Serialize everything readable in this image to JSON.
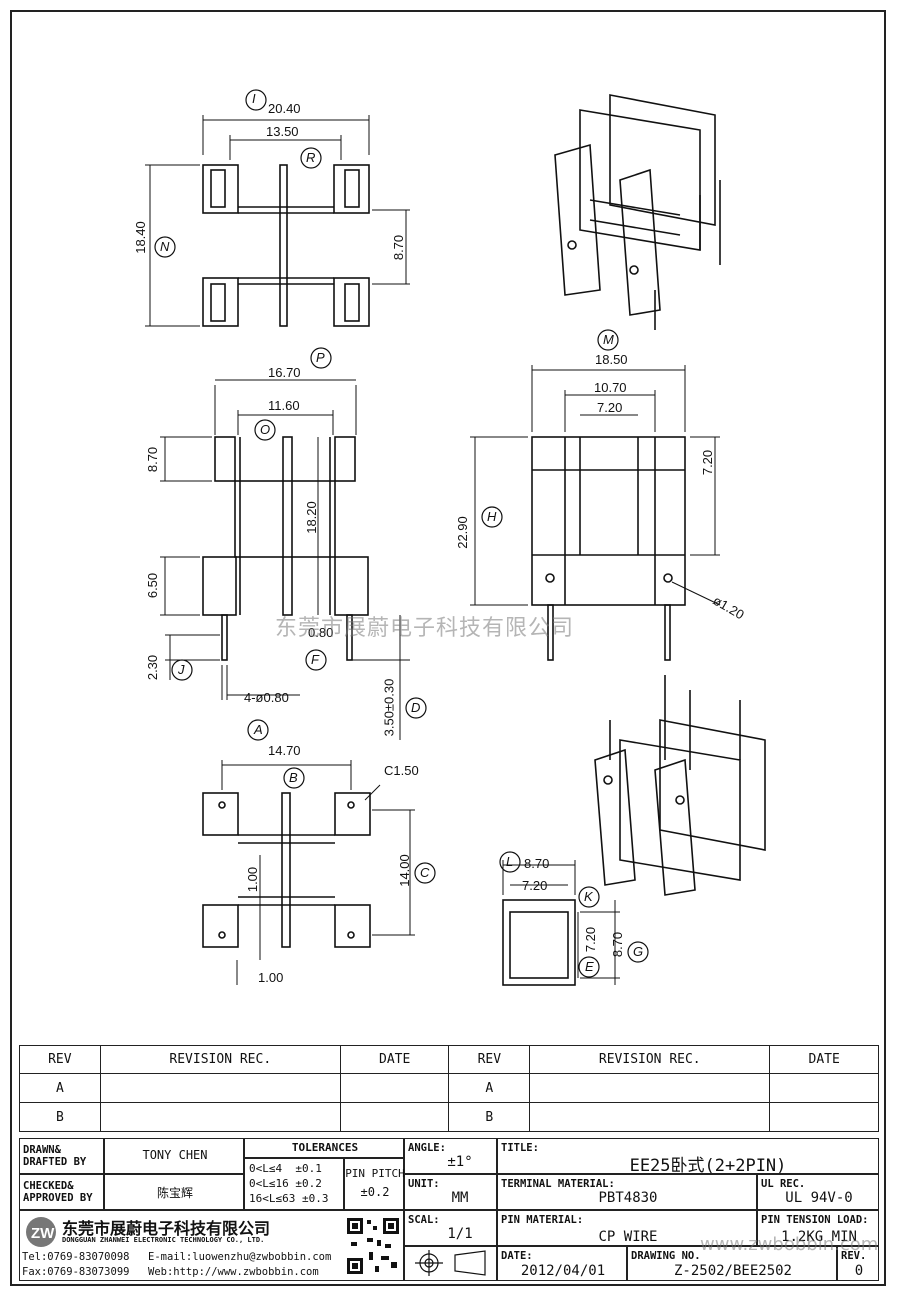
{
  "watermark": "东莞市展蔚电子科技有限公司",
  "watermark_url": "www.zwbobbin.com",
  "dims": {
    "I": "I",
    "i_val": "20.40",
    "i_inner": "13.50",
    "R": "R",
    "N": "N",
    "n_val": "18.40",
    "r_val": "8.70",
    "P": "P",
    "p_val": "16.70",
    "O": "O",
    "o_val": "11.60",
    "left_87": "8.70",
    "mid_182": "18.20",
    "left_65": "6.50",
    "f_080": "0.80",
    "F": "F",
    "J": "J",
    "j_val": "2.30",
    "pin": "4-ø0.80",
    "D": "D",
    "d_val": "3.50±0.30",
    "M": "M",
    "m_val": "18.50",
    "m_in1": "10.70",
    "m_in2": "7.20",
    "H": "H",
    "h_val": "22.90",
    "h_r": "7.20",
    "hole": "ø1.20",
    "A": "A",
    "a_val": "14.70",
    "B": "B",
    "chamfer": "C1.50",
    "C": "C",
    "c_val": "14.00",
    "b_100": "1.00",
    "b_100b": "1.00",
    "L": "L",
    "l_val": "8.70",
    "sq_w": "7.20",
    "K": "K",
    "E": "E",
    "e_val": "7.20",
    "G": "G",
    "g_val": "8.70"
  },
  "revision_table": {
    "headers": [
      "REV",
      "REVISION REC.",
      "DATE",
      "REV",
      "REVISION REC.",
      "DATE"
    ],
    "rows": [
      [
        "A",
        "",
        "",
        "A",
        "",
        ""
      ],
      [
        "B",
        "",
        "",
        "B",
        "",
        ""
      ]
    ]
  },
  "title_block": {
    "drawn_label": "DRAWN& DRAFTED BY",
    "drawn_value": "TONY CHEN",
    "checked_label": "CHECKED& APPROVED BY",
    "checked_value": "陈宝辉",
    "tolerances_label": "TOLERANCES",
    "tol_rows": [
      [
        "0<L≤4",
        "±0.1"
      ],
      [
        "0<L≤16",
        "±0.2"
      ],
      [
        "16<L≤63",
        "±0.3"
      ]
    ],
    "pin_pitch_label": "PIN PITCH",
    "pin_pitch_value": "±0.2",
    "angle_label": "ANGLE:",
    "angle_value": "±1°",
    "unit_label": "UNIT:",
    "unit_value": "MM",
    "scale_label": "SCAL:",
    "scale_value": "1/1",
    "title_label": "TITLE:",
    "title_value": "EE25卧式(2+2PIN)",
    "terminal_label": "TERMINAL MATERIAL:",
    "terminal_value": "PBT4830",
    "ul_label": "UL REC.",
    "ul_value": "UL 94V-0",
    "pin_material_label": "PIN MATERIAL:",
    "pin_material_value": "CP WIRE",
    "pin_tension_label": "PIN TENSION LOAD:",
    "pin_tension_value": "1.2KG MIN",
    "date_label": "DATE:",
    "date_value": "2012/04/01",
    "drawing_no_label": "DRAWING NO.",
    "drawing_no_value": "Z-2502/BEE2502",
    "rev_label": "REV.",
    "rev_value": "0",
    "company_cn": "东莞市展蔚电子科技有限公司",
    "company_en": "DONGGUAN ZHANWEI ELECTRONIC TECHNOLOGY CO., LTD.",
    "tel": "Tel:0769-83070098",
    "email": "E-mail:luowenzhu@zwbobbin.com",
    "fax": "Fax:0769-83073099",
    "web": "Web:http://www.zwbobbin.com"
  }
}
